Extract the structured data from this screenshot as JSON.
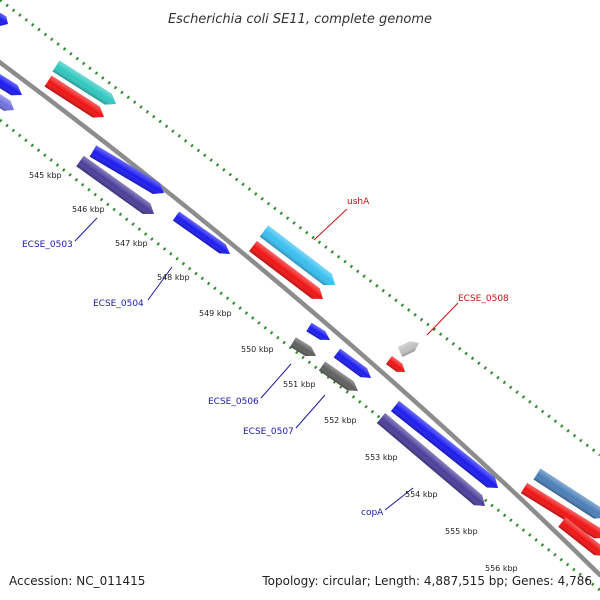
{
  "title": "Escherichia coli SE11, complete genome",
  "footer": {
    "accession": "Accession: NC_011415",
    "summary": "Topology: circular; Length: 4,887,515 bp; Genes: 4,786"
  },
  "ticks": [
    "545 kbp",
    "546 kbp",
    "547 kbp",
    "548 kbp",
    "549 kbp",
    "550 kbp",
    "551 kbp",
    "552 kbp",
    "553 kbp",
    "554 kbp",
    "555 kbp",
    "556 kbp"
  ],
  "gene_labels": [
    "ushA",
    "ECSE_0508",
    "ECSE_0503",
    "ECSE_0504",
    "ECSE_0506",
    "ECSE_0507",
    "copA"
  ],
  "colors": {
    "backbone": "#8c8c8c",
    "ruler": "#2e8b2e",
    "label_blue": "#1a1aa8",
    "label_red": "#cc1111",
    "blue": "#1c1cf0",
    "navy": "#4a3f9a",
    "red": "#f01414",
    "cyan": "#2fc8c0",
    "lightblue": "#38bff0",
    "grey": "#606060",
    "lightgrey": "#c0c0c0",
    "steelblue": "#4a7fb8",
    "lavender": "#7070e0"
  }
}
